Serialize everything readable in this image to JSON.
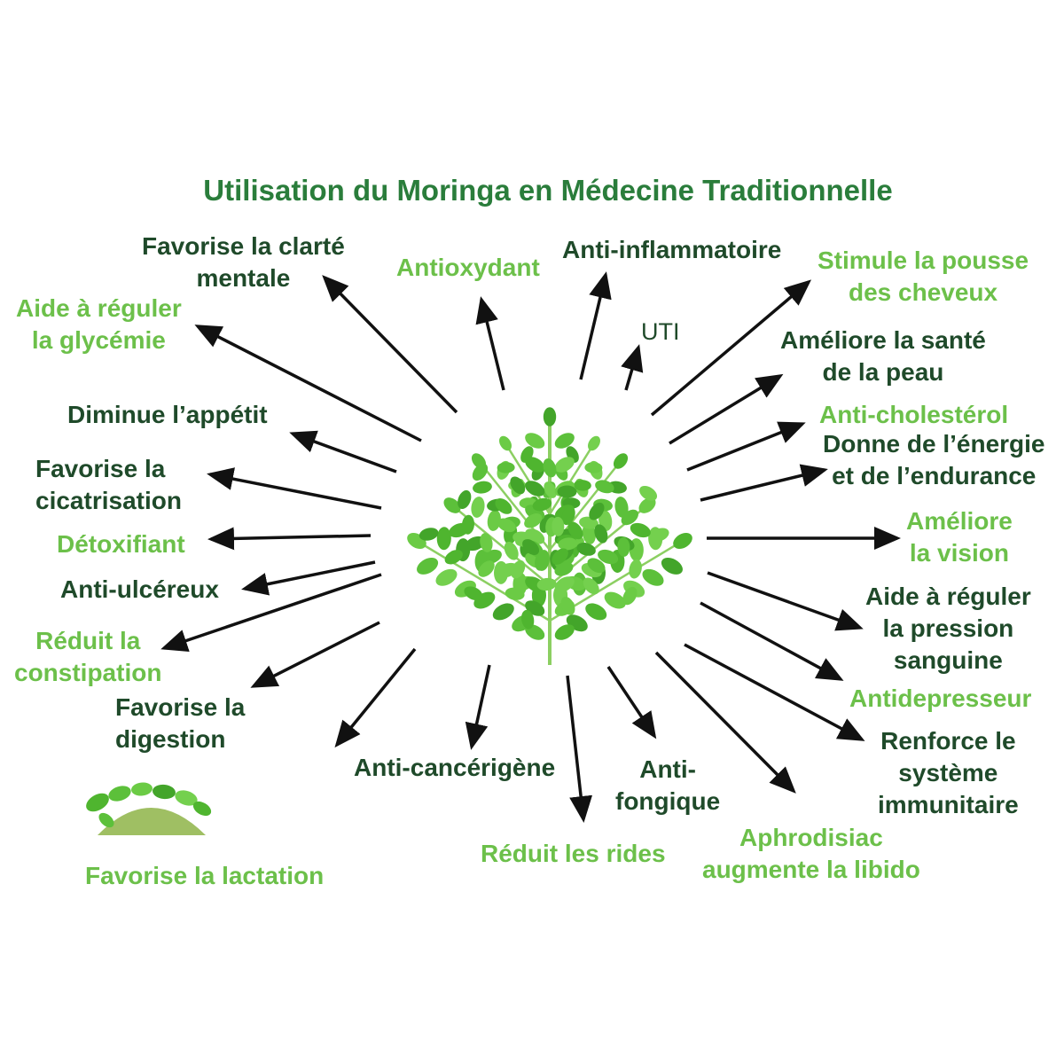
{
  "title": "Utilisation du Moringa en Médecine Traditionnelle",
  "labels": {
    "clarte": [
      "Favorise la clarté",
      "mentale"
    ],
    "antioxydant": "Antioxydant",
    "antiinflammatoire": "Anti-inflammatoire",
    "cheveux": [
      "Stimule la pousse",
      "des cheveux"
    ],
    "glycemie": [
      "Aide à réguler",
      "la glycémie"
    ],
    "uti": "UTI",
    "peau": [
      "Améliore la santé",
      "de la peau"
    ],
    "appetit": "Diminue l’appétit",
    "cholesterol": "Anti-cholestérol",
    "energie": [
      "Donne de l’énergie",
      "et de l’endurance"
    ],
    "cicatrisation": [
      "Favorise la",
      "cicatrisation"
    ],
    "detox": "Détoxifiant",
    "vision": [
      "Améliore",
      "la vision"
    ],
    "ulcereux": "Anti-ulcéreux",
    "pression": [
      "Aide à réguler",
      "la pression",
      "sanguine"
    ],
    "constipation": [
      "Réduit la",
      "constipation"
    ],
    "antidepresseur": "Antidepresseur",
    "digestion": [
      "Favorise la",
      "digestion"
    ],
    "immunitaire": [
      "Renforce le",
      "système",
      "immunitaire"
    ],
    "cancer": "Anti-cancérigène",
    "fongique": [
      "Anti-",
      "fongique"
    ],
    "rides": "Réduit les rides",
    "aphrodisiac": [
      "Aphrodisiac",
      "augmente la libido"
    ],
    "lactation": "Favorise la lactation"
  },
  "colors": {
    "dark_text": "#1f4a2a",
    "light_text": "#6cc04a",
    "title": "#2a7d3b",
    "arrow": "#111111",
    "leaf": "#5cc03a"
  },
  "icons": [
    "moringa-leaf-icon",
    "moringa-powder-icon",
    "arrow-icon"
  ]
}
